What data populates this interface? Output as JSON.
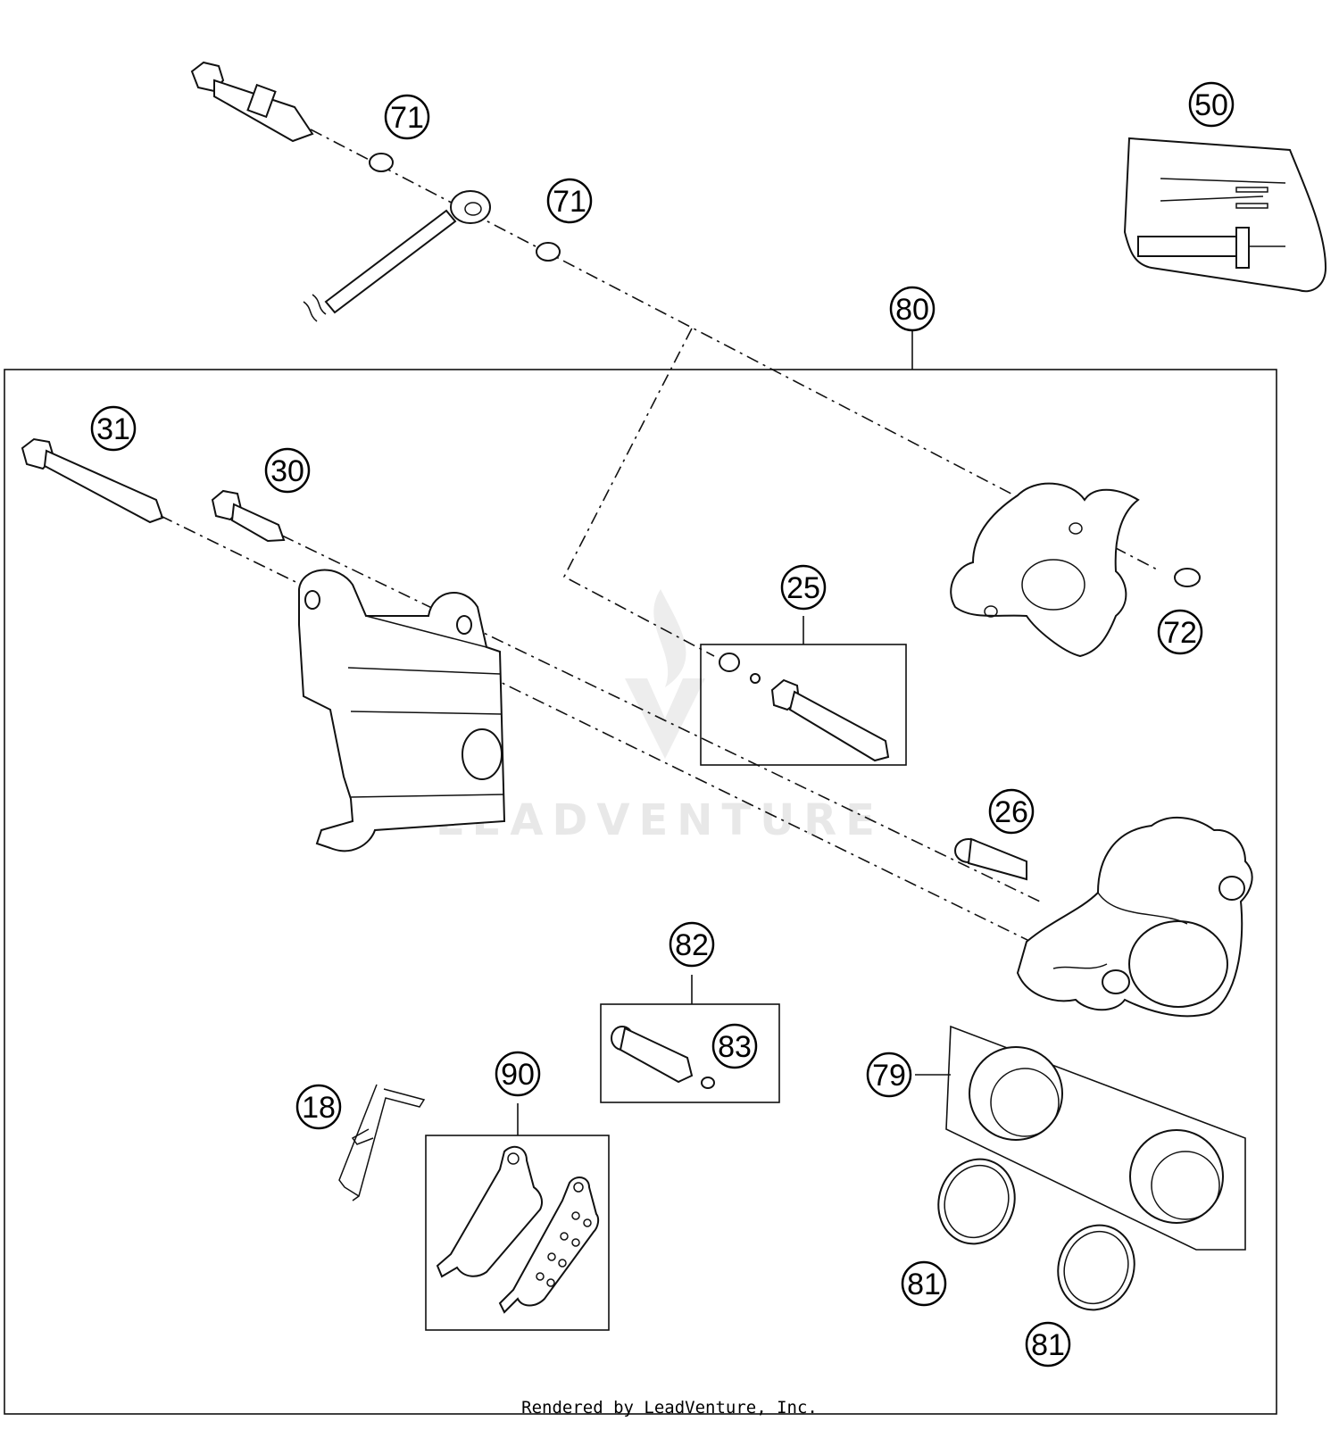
{
  "diagram": {
    "watermark": "LEADVENTURE",
    "footer": "Rendered by LeadVenture, Inc.",
    "callouts": [
      {
        "id": "c50",
        "label": "50"
      },
      {
        "id": "c71a",
        "label": "71"
      },
      {
        "id": "c71b",
        "label": "71"
      },
      {
        "id": "c80",
        "label": "80"
      },
      {
        "id": "c31",
        "label": "31"
      },
      {
        "id": "c30",
        "label": "30"
      },
      {
        "id": "c25",
        "label": "25"
      },
      {
        "id": "c72",
        "label": "72"
      },
      {
        "id": "c26",
        "label": "26"
      },
      {
        "id": "c82",
        "label": "82"
      },
      {
        "id": "c83",
        "label": "83"
      },
      {
        "id": "c79",
        "label": "79"
      },
      {
        "id": "c90",
        "label": "90"
      },
      {
        "id": "c18",
        "label": "18"
      },
      {
        "id": "c81a",
        "label": "81"
      },
      {
        "id": "c81b",
        "label": "81"
      }
    ]
  }
}
